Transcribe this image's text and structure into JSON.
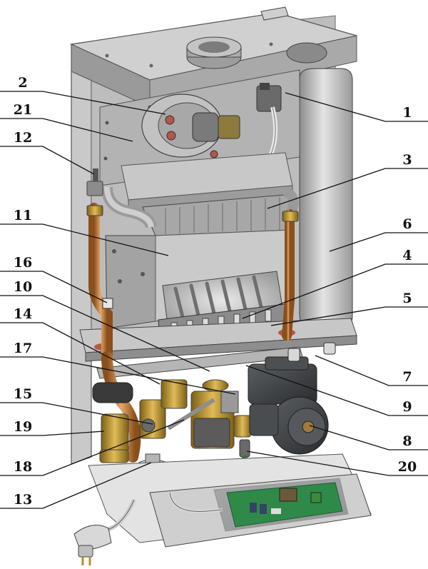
{
  "colors": {
    "background": "#ffffff",
    "sheet_metal": "#b8b8b8",
    "sheet_dark": "#8a8a8a",
    "copper": "#c8813e",
    "brass": "#b8902a",
    "pump": "#3f4245",
    "pcb": "#2f8a4a",
    "leader": "#111111"
  },
  "callouts": {
    "right": [
      {
        "id": "c1",
        "label": "1"
      },
      {
        "id": "c3",
        "label": "3"
      },
      {
        "id": "c6",
        "label": "6"
      },
      {
        "id": "c4",
        "label": "4"
      },
      {
        "id": "c5",
        "label": "5"
      },
      {
        "id": "c7",
        "label": "7"
      },
      {
        "id": "c9",
        "label": "9"
      },
      {
        "id": "c8",
        "label": "8"
      },
      {
        "id": "c20",
        "label": "20"
      }
    ],
    "left": [
      {
        "id": "c2",
        "label": "2"
      },
      {
        "id": "c21",
        "label": "21"
      },
      {
        "id": "c12",
        "label": "12"
      },
      {
        "id": "c11",
        "label": "11"
      },
      {
        "id": "c16",
        "label": "16"
      },
      {
        "id": "c10",
        "label": "10"
      },
      {
        "id": "c14",
        "label": "14"
      },
      {
        "id": "c17",
        "label": "17"
      },
      {
        "id": "c15",
        "label": "15"
      },
      {
        "id": "c19",
        "label": "19"
      },
      {
        "id": "c18",
        "label": "18"
      },
      {
        "id": "c13",
        "label": "13"
      }
    ]
  }
}
